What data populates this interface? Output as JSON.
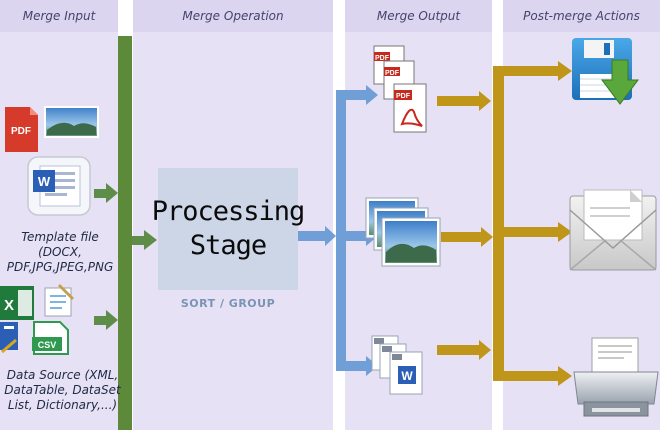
{
  "headers": {
    "input": "Merge Input",
    "operation": "Merge Operation",
    "output": "Merge Output",
    "actions": "Post-merge Actions"
  },
  "template_caption": {
    "line1": "Template file (DOCX,",
    "line2": "PDF,JPG,JPEG,PNG"
  },
  "datasource_caption": {
    "line1": "Data Source (XML,",
    "line2": "DataTable, DataSet",
    "line3": "List, Dictionary,...)"
  },
  "processing": {
    "line1": "Processing",
    "line2": "Stage"
  },
  "sort_group": "SORT / GROUP",
  "icons": {
    "pdf_label": "PDF",
    "word_label": "W",
    "excel_label": "X",
    "csv_label": "CSV"
  },
  "colors": {
    "column_bg": "#e6e1f5",
    "bus_green": "#5c8a3a",
    "arrow_green": "#5e8c49",
    "arrow_blue": "#6f9fd6",
    "arrow_gold": "#c0961a",
    "pdf_red": "#d63a2a",
    "word_blue": "#2b5fb5",
    "excel_green": "#1f7a3c"
  }
}
